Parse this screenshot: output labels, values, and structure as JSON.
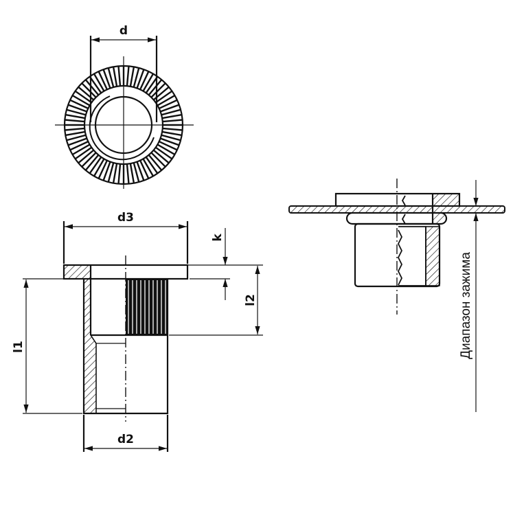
{
  "drawing": {
    "top_view": {
      "dim_label": "d"
    },
    "section_view": {
      "dim_d3": "d3",
      "dim_k": "k",
      "dim_l2": "l2",
      "dim_l1": "l1",
      "dim_d2": "d2"
    },
    "installed_view": {
      "clamping_range_label": "Диапазон зажима"
    }
  },
  "colors": {
    "line": "#111111",
    "background": "#ffffff"
  }
}
